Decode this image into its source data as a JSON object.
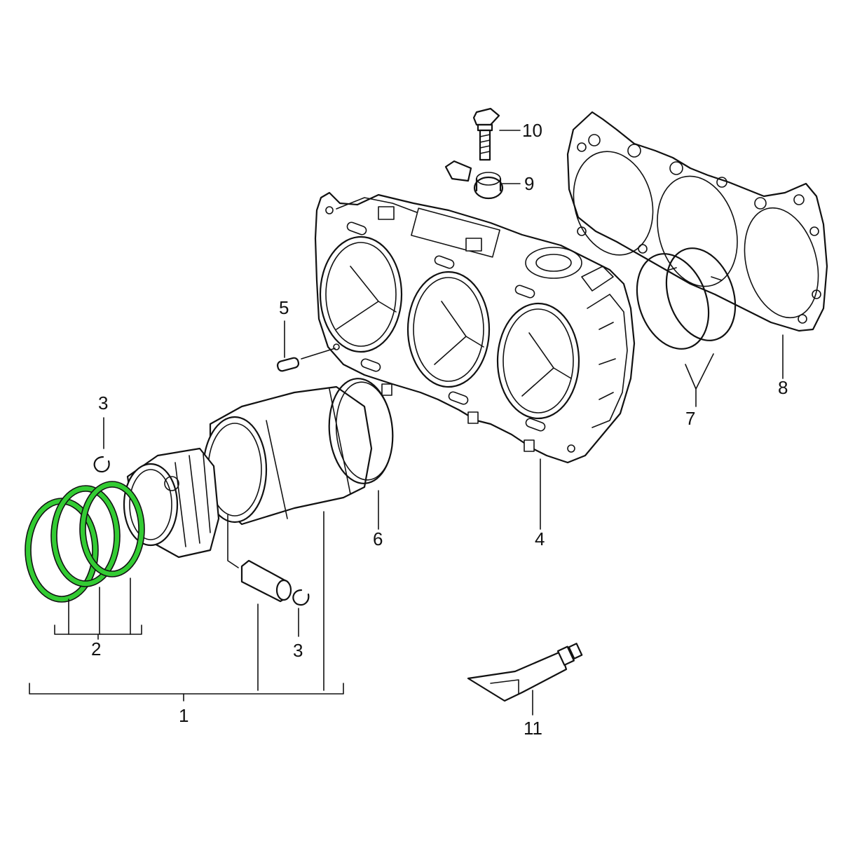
{
  "callouts": {
    "c1": "1",
    "c2": "2",
    "c3a": "3",
    "c3b": "3",
    "c4": "4",
    "c5": "5",
    "c6": "6",
    "c7": "7",
    "c8": "8",
    "c9": "9",
    "c10": "10",
    "c11": "11"
  },
  "colors": {
    "highlight": "#33cc33",
    "line": "#111111",
    "background": "#ffffff"
  }
}
